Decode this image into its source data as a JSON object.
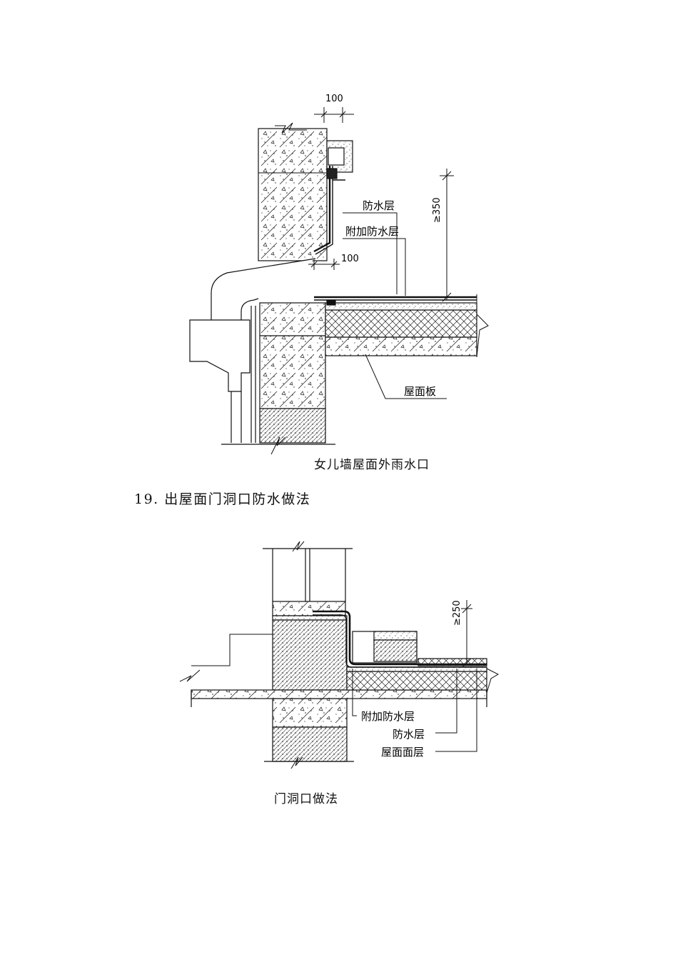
{
  "figure1": {
    "dim_top": "100",
    "dim_mid": "100",
    "dim_height": "≥350",
    "label_waterproof": "防水层",
    "label_additional": "附加防水层",
    "label_slab": "屋面板",
    "caption": "女儿墙屋面外雨水口"
  },
  "section_heading": "19.  出屋面门洞口防水做法",
  "figure2": {
    "dim_height": "≥250",
    "label_additional": "附加防水层",
    "label_waterproof": "防水层",
    "label_surface": "屋面面层",
    "caption": "门洞口做法"
  }
}
